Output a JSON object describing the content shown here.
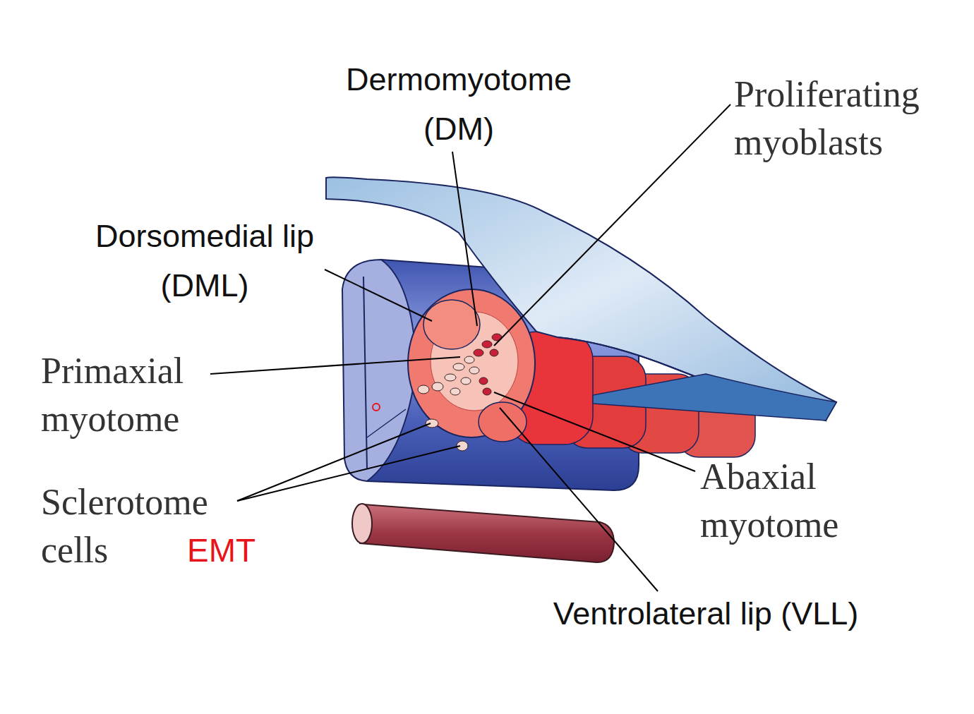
{
  "diagram": {
    "labels": [
      "Dermomyotome (DM)",
      "Proliferating myoblasts",
      "Dorsomedial lip (DML)",
      "Primaxial myotome",
      "Sclerotome cells",
      "EMT",
      "Abaxial myotome",
      "Ventrolateral lip (VLL)"
    ]
  }
}
